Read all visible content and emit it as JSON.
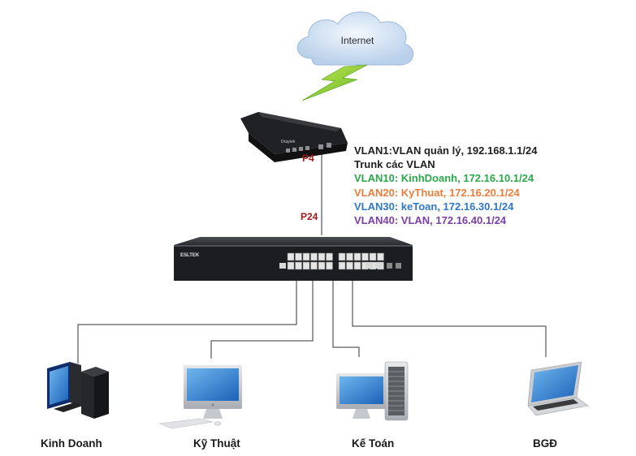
{
  "cloud": {
    "label": "Internet"
  },
  "router": {
    "port_label": "P4",
    "brand_text": "Draytek"
  },
  "switch": {
    "port_label": "P24",
    "brand_text": "ESLTEK"
  },
  "vlan_info": [
    {
      "text": "VLAN1:VLAN quản lý, 192.168.1.1/24",
      "color": "#1f1f1f"
    },
    {
      "text": "Trunk các VLAN",
      "color": "#1f1f1f"
    },
    {
      "text": "VLAN10: KinhDoanh, 172.16.10.1/24",
      "color": "#2aa84a"
    },
    {
      "text": "VLAN20: KyThuat, 172.16.20.1/24",
      "color": "#ee7d3b"
    },
    {
      "text": "VLAN30: keToan, 172.16.30.1/24",
      "color": "#2f77c8"
    },
    {
      "text": "VLAN40: VLAN, 172.16.40.1/24",
      "color": "#7b3fa6"
    }
  ],
  "devices": [
    {
      "label": "Kinh Doanh",
      "icon": "desktop-tower-icon"
    },
    {
      "label": "Kỹ  Thuật",
      "icon": "imac-icon"
    },
    {
      "label": "Kế Toán",
      "icon": "mac-pro-icon"
    },
    {
      "label": "BGĐ",
      "icon": "laptop-icon"
    }
  ]
}
